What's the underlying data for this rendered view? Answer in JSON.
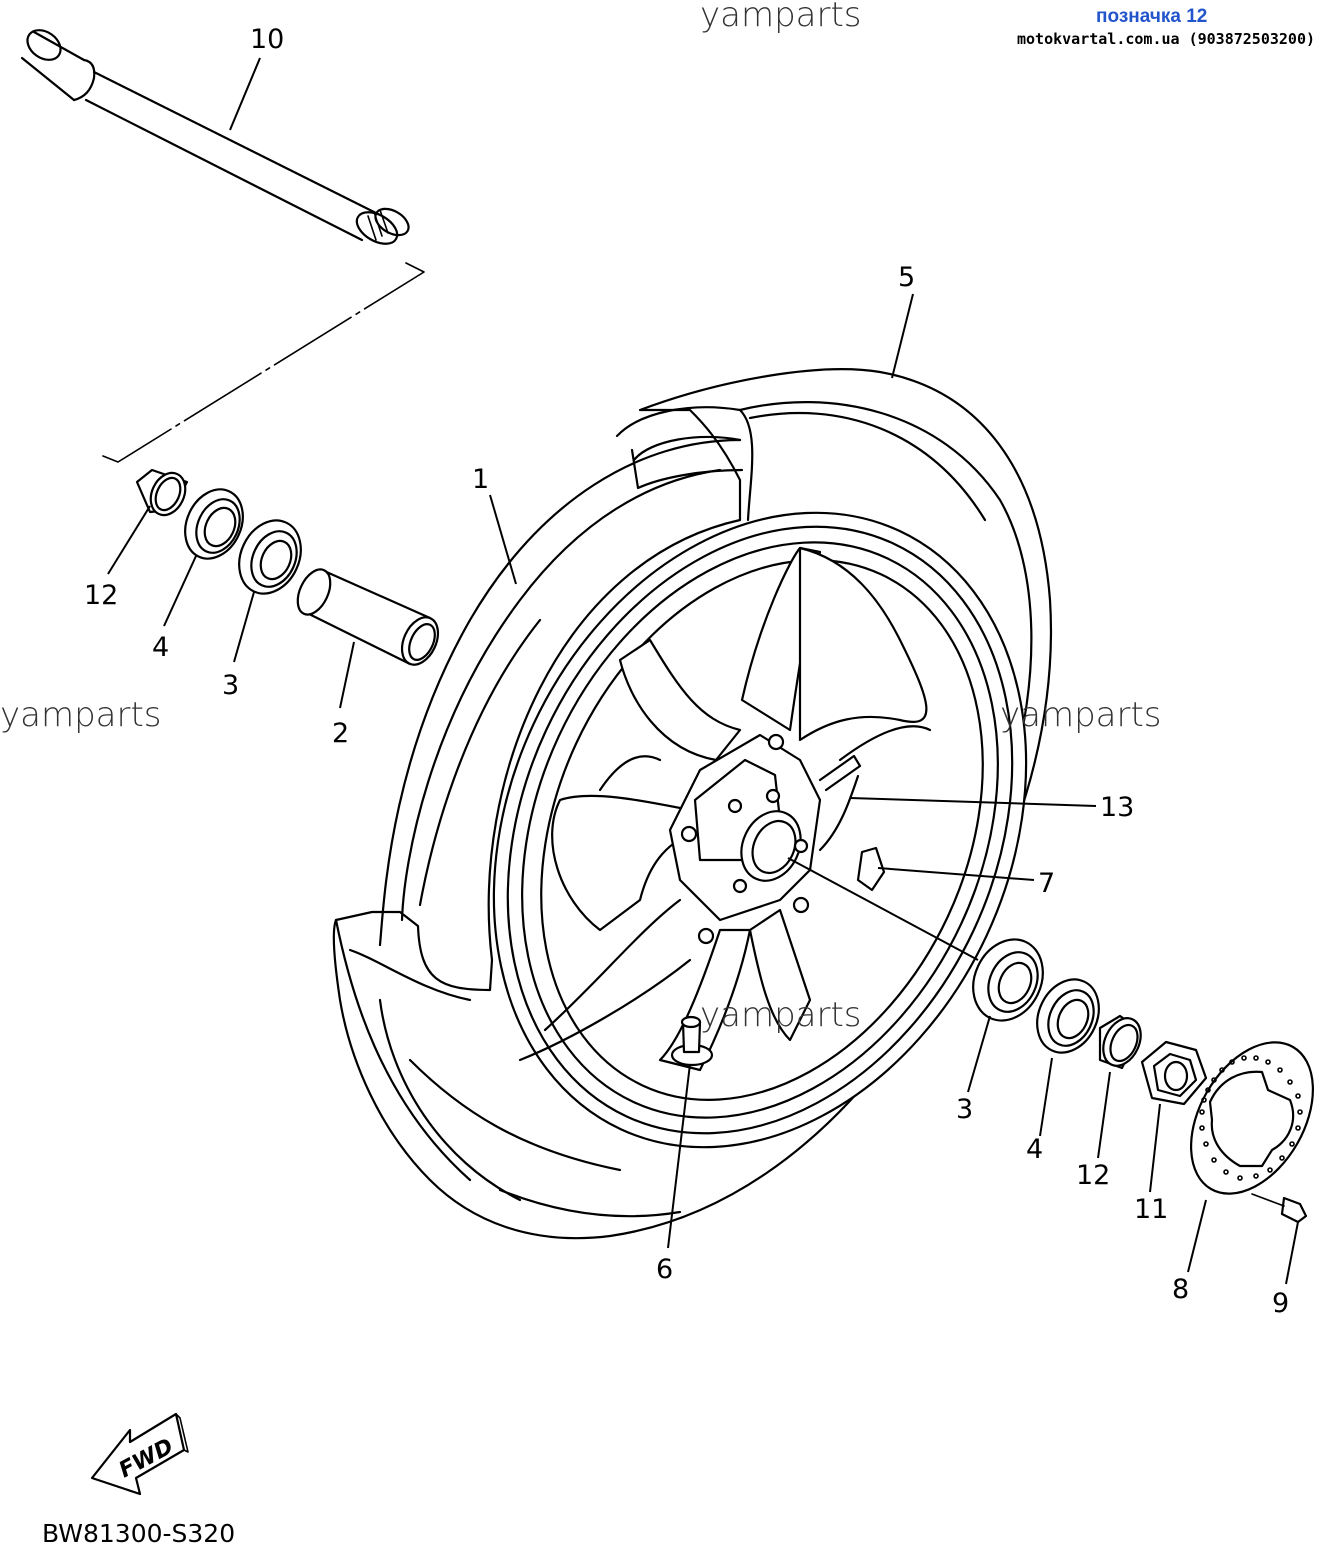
{
  "header": {
    "tag": "позначка 12",
    "site": "motokvartal.com.ua (903872503200)",
    "tag_color": "#2255cc"
  },
  "watermarks": [
    "yamparts",
    "yamparts",
    "yamparts",
    "yamparts"
  ],
  "callouts": [
    "10",
    "5",
    "1",
    "12",
    "4",
    "3",
    "2",
    "13",
    "7",
    "3",
    "4",
    "12",
    "11",
    "6",
    "8",
    "9"
  ],
  "fwd_label": "FWD",
  "drawing_code": "BW81300-S320"
}
